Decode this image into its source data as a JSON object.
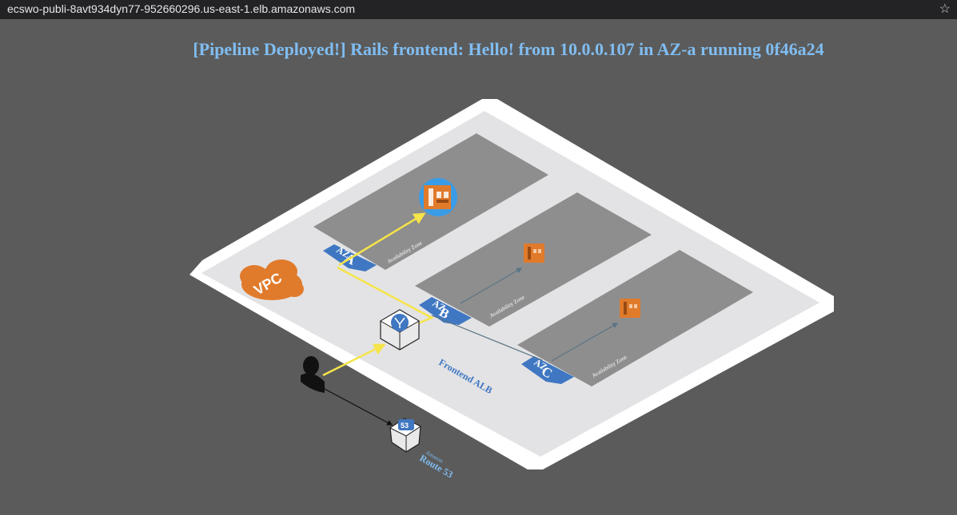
{
  "browser": {
    "url": "ecswo-publi-8avt934dyn77-952660296.us-east-1.elb.amazonaws.com",
    "bookmark_icon": "star-icon"
  },
  "page": {
    "heading": "[Pipeline Deployed!] Rails frontend: Hello! from 10.0.0.107 in AZ-a running 0f46a24"
  },
  "diagram": {
    "vpc_label": "VPC",
    "zone_caption": "Availability Zone",
    "zones": [
      {
        "label": "AZ A",
        "letters": [
          "AZ",
          "A"
        ]
      },
      {
        "label": "AZ B",
        "letters": [
          "AZ",
          "B"
        ]
      },
      {
        "label": "AZ C",
        "letters": [
          "AZ",
          "C"
        ]
      }
    ],
    "alb_label": "Frontend ALB",
    "route53_label_top": "Amazon",
    "route53_label_bottom": "Route 53",
    "route53_badge": "53",
    "colors": {
      "background": "#5b5b5b",
      "active_path": "#f5e44a",
      "inactive_path": "#5a7484",
      "az_tag": "#3f77c2",
      "vpc_cloud": "#e07b2c",
      "ecs": "#e07b2c"
    }
  }
}
